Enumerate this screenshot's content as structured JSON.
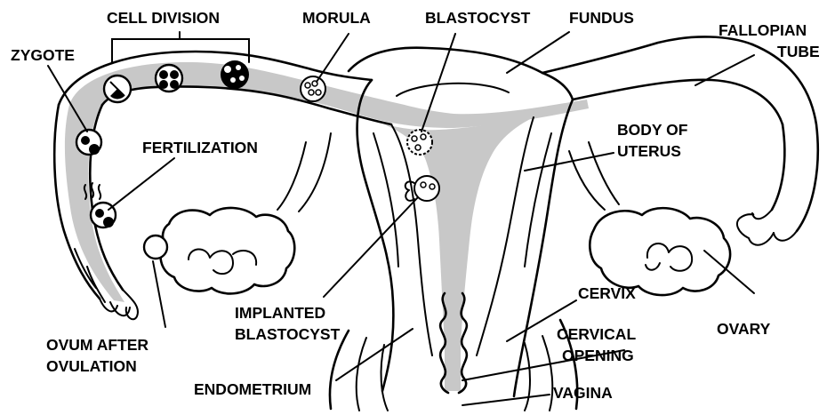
{
  "labels": {
    "cell_division": "CELL DIVISION",
    "morula": "MORULA",
    "blastocyst": "BLASTOCYST",
    "fundus": "FUNDUS",
    "fallopian_tube_line1": "FALLOPIAN",
    "fallopian_tube_line2": "TUBE",
    "zygote": "ZYGOTE",
    "fertilization": "FERTILIZATION",
    "body_of_uterus_line1": "BODY OF",
    "body_of_uterus_line2": "UTERUS",
    "implanted_blastocyst_line1": "IMPLANTED",
    "implanted_blastocyst_line2": "BLASTOCYST",
    "cervix": "CERVIX",
    "cervical_opening_line1": "CERVICAL",
    "cervical_opening_line2": "OPENING",
    "ovary": "OVARY",
    "ovum_after_ovulation_line1": "OVUM AFTER",
    "ovum_after_ovulation_line2": "OVULATION",
    "endometrium": "ENDOMETRIUM",
    "vagina": "VAGINA"
  }
}
